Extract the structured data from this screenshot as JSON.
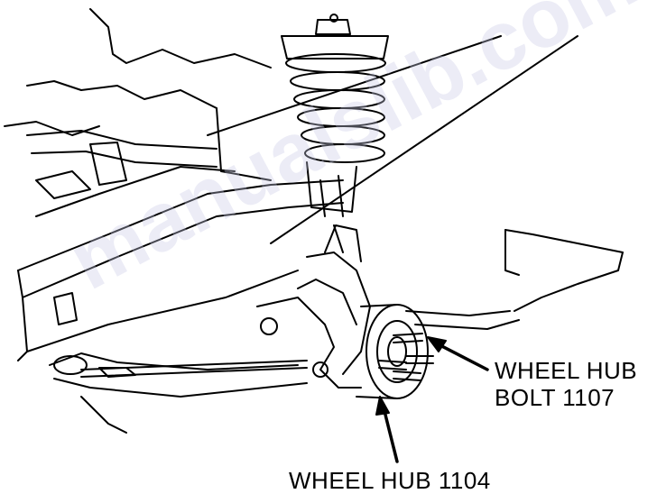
{
  "callouts": {
    "wheel_hub_bolt": {
      "line1": "WHEEL HUB",
      "line2": "BOLT 1107"
    },
    "wheel_hub": {
      "line1": "WHEEL HUB 1104"
    }
  },
  "watermark": {
    "text": "manualslib.com"
  },
  "colors": {
    "ink": "#000000",
    "paper": "#ffffff",
    "watermark": "#c9cbe6"
  }
}
